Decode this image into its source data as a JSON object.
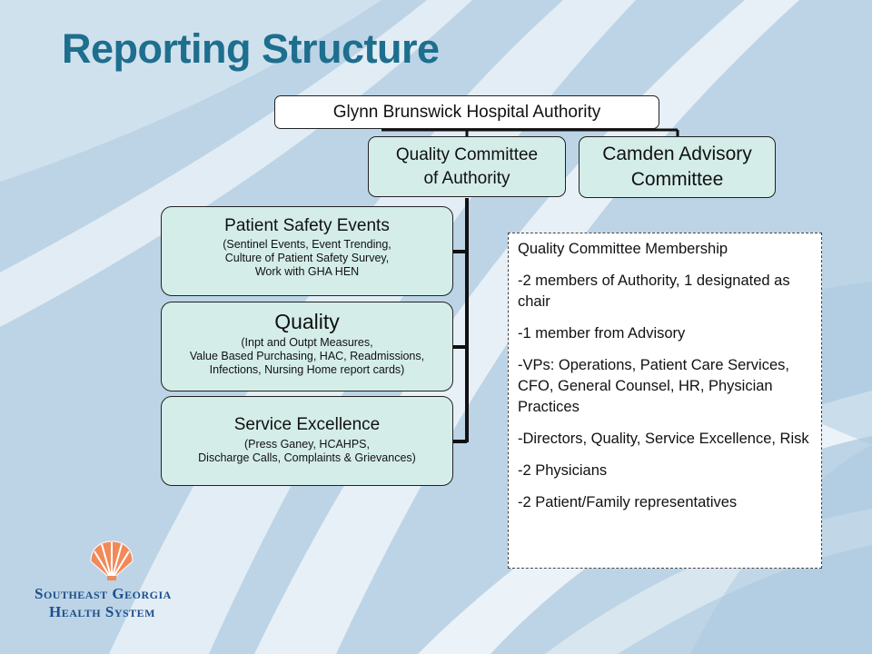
{
  "slide": {
    "title": "Reporting Structure"
  },
  "org_chart": {
    "root": "Glynn Brunswick Hospital Authority",
    "children": [
      {
        "label_line1": "Quality Committee",
        "label_line2": "of Authority"
      },
      {
        "label_line1": "Camden Advisory",
        "label_line2": "Committee"
      }
    ],
    "subcommittees": [
      {
        "title": "Patient Safety Events",
        "details": [
          "(Sentinel Events, Event Trending,",
          "Culture of Patient Safety Survey,",
          "Work with GHA HEN"
        ]
      },
      {
        "title": "Quality",
        "details": [
          "(Inpt and Outpt Measures,",
          "Value Based Purchasing, HAC, Readmissions,",
          "Infections, Nursing Home report cards)"
        ]
      },
      {
        "title": "Service Excellence",
        "details": [
          "(Press Ganey, HCAHPS,",
          "Discharge Calls, Complaints & Grievances)"
        ]
      }
    ]
  },
  "membership": {
    "heading": "Quality Committee Membership",
    "items": [
      "-2 members of Authority, 1 designated as chair",
      "-1 member from Advisory",
      "-VPs: Operations, Patient Care Services, CFO, General Counsel, HR, Physician Practices",
      "-Directors, Quality, Service Excellence, Risk",
      "-2 Physicians",
      "-2 Patient/Family representatives"
    ]
  },
  "logo": {
    "line1": "Southeast Georgia",
    "line2": "Health System"
  },
  "colors": {
    "title": "#1e6e8e",
    "box_fill": "#d4ede8",
    "logo_blue": "#1d4f8a",
    "logo_shell": "#f08a5b"
  }
}
